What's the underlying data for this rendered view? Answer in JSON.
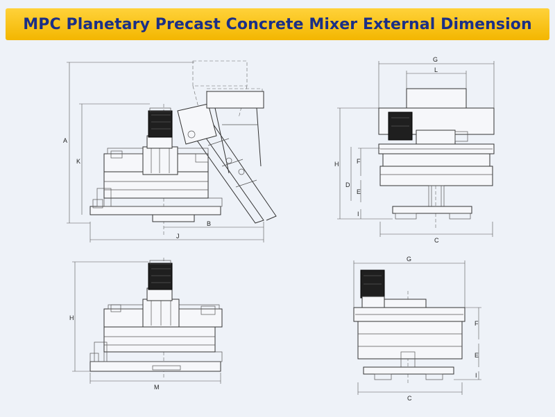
{
  "title": "MPC Planetary Precast Concrete Mixer External Dimension",
  "dimension_labels": {
    "A": "A",
    "K": "K",
    "B": "B",
    "J": "J",
    "G": "G",
    "L": "L",
    "H": "H",
    "F": "F",
    "D": "D",
    "E": "E",
    "I": "I",
    "C": "C",
    "M": "M"
  },
  "colors": {
    "banner": "#f3b600",
    "title_text": "#1b2f86",
    "background": "#eef2f8"
  }
}
